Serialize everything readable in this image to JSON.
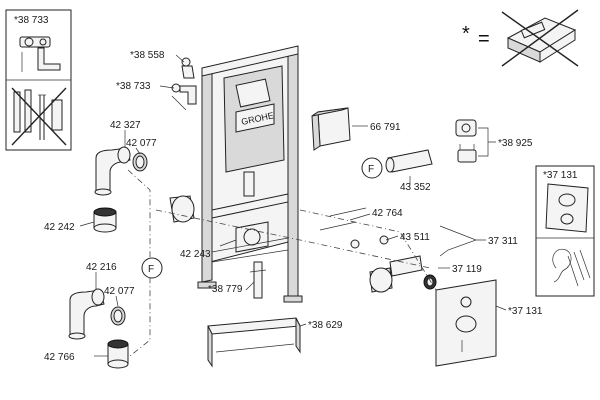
{
  "legend": {
    "star": "*",
    "equals": "="
  },
  "box_top_left": {
    "label": "*38 733"
  },
  "box_right": {
    "label": "*37 131"
  },
  "parts": {
    "p38558": "*38 558",
    "p38733": "*38 733",
    "p66791": "66 791",
    "p38925": "*38 925",
    "p43352": "43 352",
    "p42327": "42 327",
    "p42077a": "42 077",
    "p42242": "42 242",
    "p42764": "42 764",
    "p43511": "43 511",
    "p37311": "37 311",
    "p42243": "42 243",
    "p37119": "37 119",
    "p42216": "42 216",
    "p42077b": "42 077",
    "p38779": "*38 779",
    "p37131": "*37 131",
    "p38629": "*38 629",
    "p42766": "42 766"
  },
  "markers": {
    "f1": "F",
    "f2": "F"
  },
  "brand_text": "GROHE",
  "icons": [
    "no-tile-icon",
    "toilet-seat-icon",
    "no-ear-icon",
    "bolt-icon"
  ]
}
